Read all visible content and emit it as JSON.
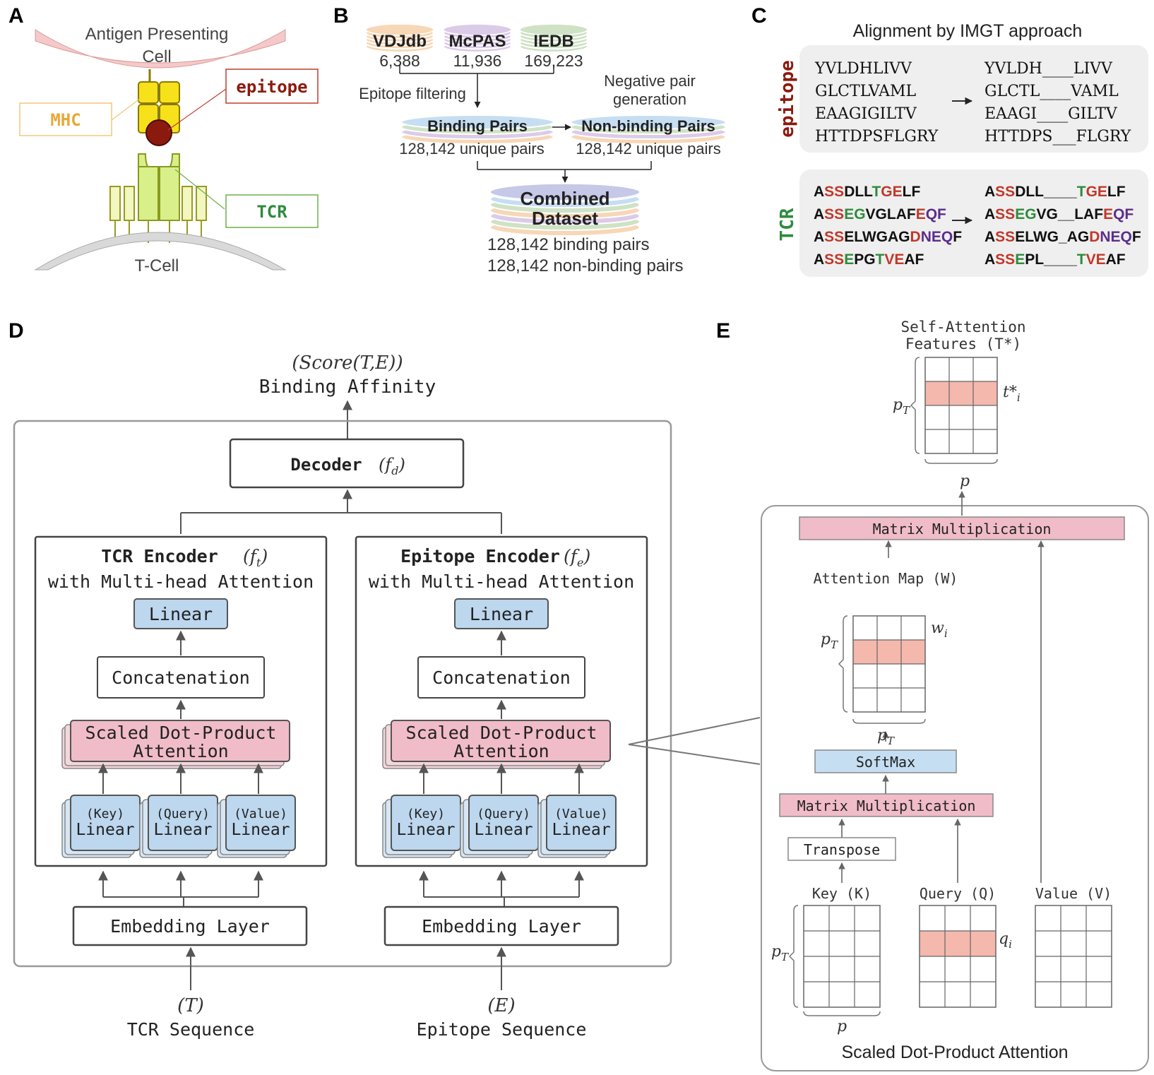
{
  "panels": {
    "a": "A",
    "b": "B",
    "c": "C",
    "d": "D",
    "e": "E"
  },
  "panel_a": {
    "apc_line1": "Antigen Presenting",
    "apc_line2": "Cell",
    "mhc": "MHC",
    "epitope": "epitope",
    "tcr": "TCR",
    "tcell": "T-Cell",
    "colors": {
      "apc": "#f4c9c9",
      "mhc": "#f7e11a",
      "epitope": "#8b1a0e",
      "tcr": "#d8ef8a",
      "tcell": "#d9d9d9"
    }
  },
  "panel_b": {
    "databases": [
      {
        "name": "VDJdb",
        "count": "6,388",
        "color": "#f7d7b5"
      },
      {
        "name": "McPAS",
        "count": "11,936",
        "color": "#dccbe8"
      },
      {
        "name": "IEDB",
        "count": "169,223",
        "color": "#cfe2c5"
      }
    ],
    "epitope_filtering": "Epitope filtering",
    "negative_line1": "Negative pair",
    "negative_line2": "generation",
    "binding_pairs": "Binding Pairs",
    "binding_unique": "128,142 unique pairs",
    "nonbinding_pairs": "Non-binding Pairs",
    "nonbinding_unique": "128,142 unique pairs",
    "combined_line1": "Combined",
    "combined_line2": "Dataset",
    "combined_binding": "128,142 binding pairs",
    "combined_nonbinding": "128,142 non-binding pairs"
  },
  "panel_c": {
    "title": "Alignment by IMGT approach",
    "epitope_label": "epitope",
    "tcr_label": "TCR",
    "epitope_raw": [
      "YVLDHLIVV",
      "GLCTLVAML",
      "EAAGIGILTV",
      "HTTDPSFLGRY"
    ],
    "epitope_aligned": [
      "YVLDH____LIVV",
      "GLCTL____VAML",
      "EAAGI____GILTV",
      "HTTDPS___FLGRY"
    ],
    "tcr_raw": [
      [
        {
          "t": "A",
          "c": "k"
        },
        {
          "t": "SS",
          "c": "r"
        },
        {
          "t": "DLL",
          "c": "k"
        },
        {
          "t": "T",
          "c": "g"
        },
        {
          "t": "GE",
          "c": "r"
        },
        {
          "t": "LF",
          "c": "k"
        }
      ],
      [
        {
          "t": "A",
          "c": "k"
        },
        {
          "t": "SS",
          "c": "r"
        },
        {
          "t": "EG",
          "c": "g"
        },
        {
          "t": "VGLAF",
          "c": "k"
        },
        {
          "t": "E",
          "c": "r"
        },
        {
          "t": "QF",
          "c": "p"
        }
      ],
      [
        {
          "t": "A",
          "c": "k"
        },
        {
          "t": "SS",
          "c": "r"
        },
        {
          "t": "ELWGAG",
          "c": "k"
        },
        {
          "t": "D",
          "c": "r"
        },
        {
          "t": "NEQ",
          "c": "p"
        },
        {
          "t": "F",
          "c": "k"
        }
      ],
      [
        {
          "t": "A",
          "c": "k"
        },
        {
          "t": "SS",
          "c": "r"
        },
        {
          "t": "E",
          "c": "g"
        },
        {
          "t": "PG",
          "c": "k"
        },
        {
          "t": "T",
          "c": "g"
        },
        {
          "t": "VE",
          "c": "r"
        },
        {
          "t": "AF",
          "c": "k"
        }
      ]
    ],
    "tcr_aligned": [
      [
        {
          "t": "A",
          "c": "k"
        },
        {
          "t": "SS",
          "c": "r"
        },
        {
          "t": "DLL____",
          "c": "k"
        },
        {
          "t": "T",
          "c": "g"
        },
        {
          "t": "GE",
          "c": "r"
        },
        {
          "t": "LF",
          "c": "k"
        }
      ],
      [
        {
          "t": "A",
          "c": "k"
        },
        {
          "t": "SS",
          "c": "r"
        },
        {
          "t": "EG",
          "c": "g"
        },
        {
          "t": "VG__LAF",
          "c": "k"
        },
        {
          "t": "E",
          "c": "r"
        },
        {
          "t": "QF",
          "c": "p"
        }
      ],
      [
        {
          "t": "A",
          "c": "k"
        },
        {
          "t": "SS",
          "c": "r"
        },
        {
          "t": "ELWG_AG",
          "c": "k"
        },
        {
          "t": "D",
          "c": "r"
        },
        {
          "t": "NEQ",
          "c": "p"
        },
        {
          "t": "F",
          "c": "k"
        }
      ],
      [
        {
          "t": "A",
          "c": "k"
        },
        {
          "t": "SS",
          "c": "r"
        },
        {
          "t": "E",
          "c": "g"
        },
        {
          "t": "PL____",
          "c": "k"
        },
        {
          "t": "T",
          "c": "g"
        },
        {
          "t": "VE",
          "c": "r"
        },
        {
          "t": "AF",
          "c": "k"
        }
      ]
    ],
    "residue_colors": {
      "k": "#111111",
      "r": "#c0392b",
      "g": "#2e8b3e",
      "p": "#5b2d8e"
    }
  },
  "panel_d": {
    "score_label": "(Score(T,E))",
    "binding_affinity": "Binding Affinity",
    "decoder": "Decoder",
    "decoder_fn": "(f",
    "decoder_sub": "d",
    "tcr_encoder": {
      "title": "TCR Encoder",
      "fn": "(f",
      "sub": "t",
      "subtitle": "with Multi-head Attention",
      "linear": "Linear",
      "concat": "Concatenation",
      "sdpa_line1": "Scaled Dot-Product",
      "sdpa_line2": "Attention",
      "key": "(Key)",
      "query": "(Query)",
      "value": "(Value)",
      "lin": "Linear"
    },
    "epitope_encoder": {
      "title": "Epitope Encoder",
      "fn": "(f",
      "sub": "e",
      "subtitle": "with Multi-head Attention",
      "linear": "Linear",
      "concat": "Concatenation",
      "sdpa_line1": "Scaled Dot-Product",
      "sdpa_line2": "Attention",
      "key": "(Key)",
      "query": "(Query)",
      "value": "(Value)",
      "lin": "Linear"
    },
    "embedding_left": "Embedding Layer",
    "embedding_right": "Embedding Layer",
    "input_t_sym": "(T)",
    "input_t": "TCR Sequence",
    "input_e_sym": "(E)",
    "input_e": "Epitope Sequence",
    "colors": {
      "blue": "#bcd7ee",
      "pink": "#f0bcc8"
    }
  },
  "panel_e": {
    "features_line1": "Self-Attention",
    "features_line2": "Features (T*)",
    "p_t": "p",
    "p_t_sub": "T",
    "t_star": "t*",
    "t_star_sub": "i",
    "p": "p",
    "matmul_top": "Matrix Multiplication",
    "attention_map": "Attention Map (W)",
    "w_i": "w",
    "w_i_sub": "i",
    "softmax": "SoftMax",
    "matmul_bottom": "Matrix Multiplication",
    "transpose": "Transpose",
    "key": "Key (K)",
    "query": "Query (Q)",
    "value": "Value (V)",
    "q_i": "q",
    "q_i_sub": "i",
    "caption": "Scaled Dot-Product Attention",
    "colors": {
      "highlight": "#f4b8ad",
      "blue": "#c5def2",
      "pink": "#f0bcc8"
    }
  }
}
